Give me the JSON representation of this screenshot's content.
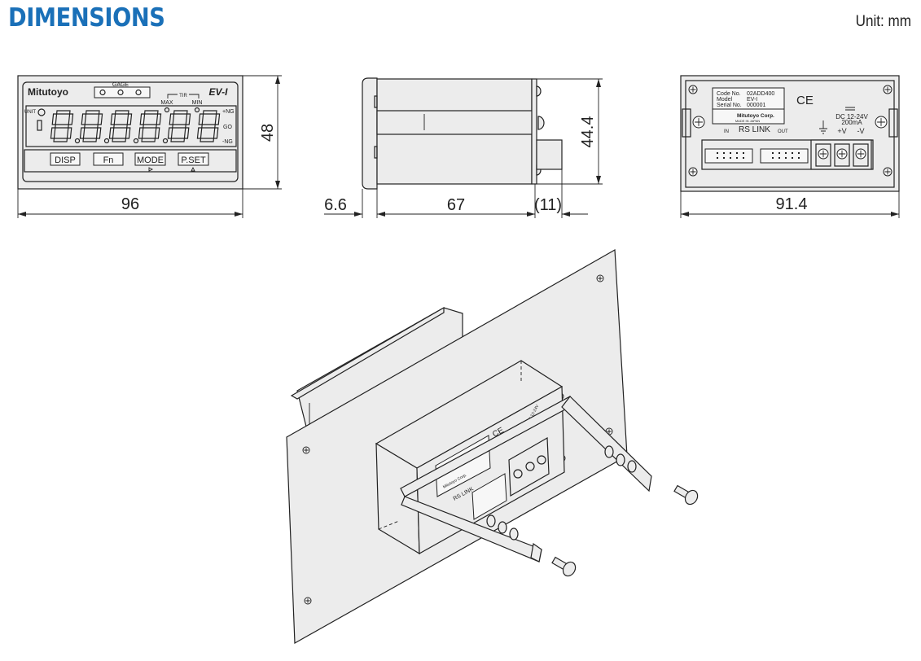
{
  "title": "DIMENSIONS",
  "unit": "Unit: mm",
  "colors": {
    "title": "#1a70b8",
    "panel": "#ececec",
    "line": "#222222"
  },
  "dimensions": {
    "front_width": "96",
    "front_height": "48",
    "bezel_depth": "6.6",
    "body_depth": "67",
    "connector_depth": "(11)",
    "body_height": "44.4",
    "rear_width": "91.4"
  },
  "front": {
    "brand": "Mitutoyo",
    "model_logo": "EV-I",
    "gage": "GAGE",
    "tir": "TIR",
    "max": "MAX",
    "min": "MIN",
    "unit": "UNIT",
    "plus_ng": "+NG",
    "go": "GO",
    "minus_ng": "-NG",
    "digits": 6,
    "buttons": [
      "DISP",
      "Fn",
      "MODE",
      "P.SET"
    ]
  },
  "rear": {
    "code_label": "Code No.",
    "code_value": "02ADD400",
    "model_label": "Model",
    "model_value": "EV-I",
    "serial_label": "Serial No.",
    "serial_value": "000001",
    "maker": "Mitutoyo Corp.",
    "made_in": "MADE IN JAPAN",
    "ce": "CE",
    "rs_link": "RS LINK",
    "in": "IN",
    "out": "OUT",
    "power": "DC 12-24V",
    "current": "200mA",
    "plus_v": "+V",
    "minus_v": "-V"
  }
}
